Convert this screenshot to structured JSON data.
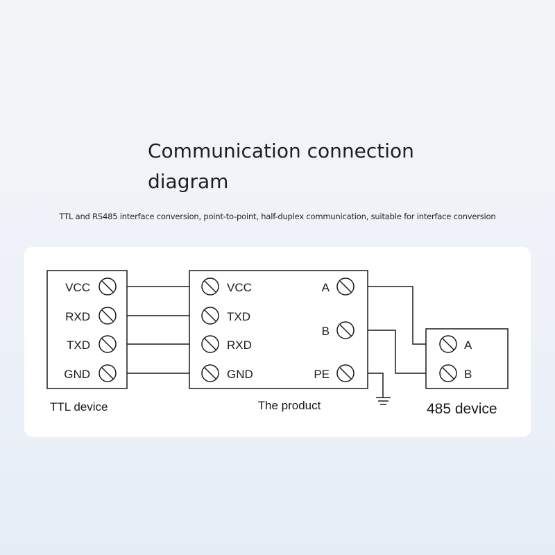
{
  "title": "Communication connection diagram",
  "subtitle": "TTL and RS485 interface conversion, point-to-point, half-duplex communication, suitable for interface conversion",
  "devices": {
    "ttl": {
      "label": "TTL device",
      "pins": [
        "VCC",
        "RXD",
        "TXD",
        "GND"
      ]
    },
    "product": {
      "label": "The product",
      "left_pins": [
        "VCC",
        "TXD",
        "RXD",
        "GND"
      ],
      "right_pins": [
        "A",
        "B",
        "PE"
      ]
    },
    "rs485": {
      "label": "485 device",
      "pins": [
        "A",
        "B"
      ]
    }
  },
  "colors": {
    "line": "#1a1a1a",
    "card": "#ffffff"
  }
}
